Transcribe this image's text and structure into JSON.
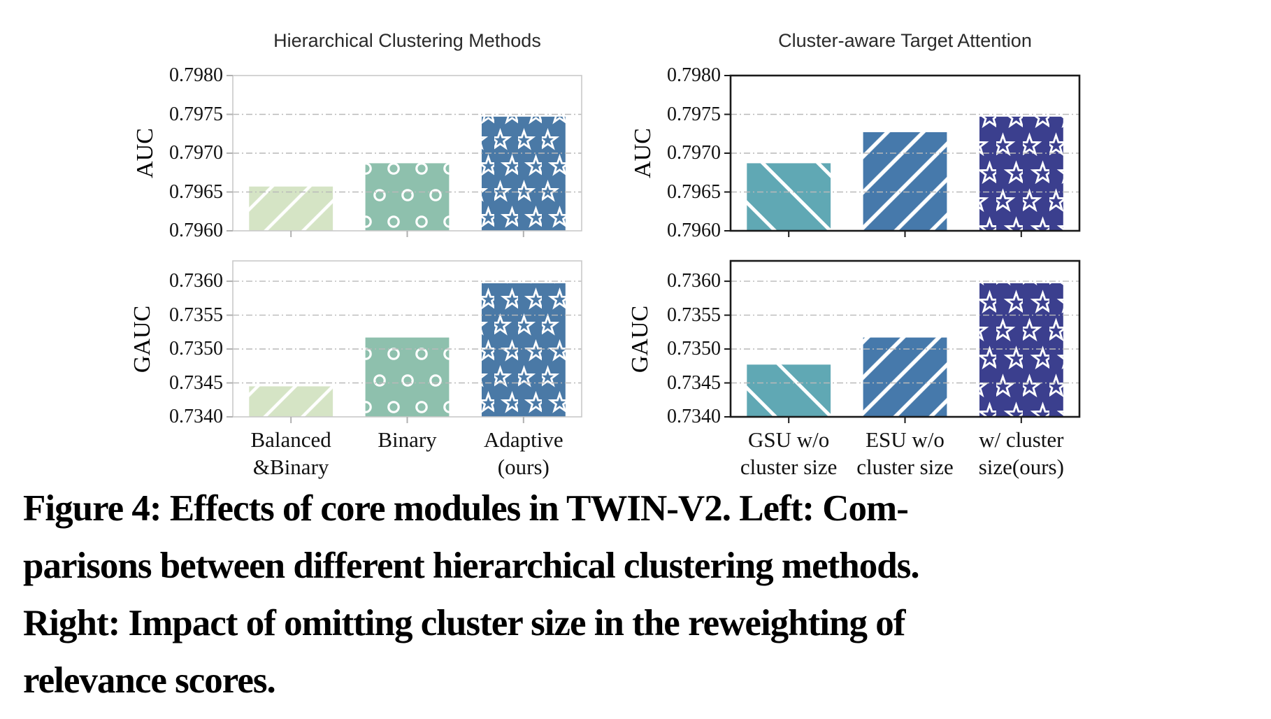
{
  "figure": {
    "caption_lines": [
      "Figure 4: Effects of core modules in TWIN-V2. Left: Com-",
      "parisons between different hierarchical clustering methods.",
      "Right: Impact of omitting cluster size in the reweighting of",
      "relevance scores."
    ]
  },
  "colors": {
    "green_bar": "#d5e4c5",
    "teal_green_bar": "#8ec0ad",
    "steel_blue_bar": "#4a79a6",
    "teal_bar": "#60a8b4",
    "blue_bar": "#4679ab",
    "navy_bar": "#3b3f8e",
    "grid_line": "#b9b9b9",
    "left_spine": "#c9c9c9",
    "right_spine": "#1a1a1a",
    "hatch": "#ffffff"
  },
  "chart_data": [
    {
      "type": "bar",
      "title": "Hierarchical Clustering Methods",
      "ylabel": "AUC",
      "categories": [
        "Balanced\n&Binary",
        "Binary",
        "Adaptive\n(ours)"
      ],
      "values": [
        0.79657,
        0.79687,
        0.79747
      ],
      "ylim": [
        0.796,
        0.798
      ],
      "yticks": [
        {
          "v": 0.796,
          "label": "0.7960",
          "grid": false
        },
        {
          "v": 0.7965,
          "label": "0.7965",
          "grid": true
        },
        {
          "v": 0.797,
          "label": "0.7970",
          "grid": true
        },
        {
          "v": 0.7975,
          "label": "0.7975",
          "grid": true
        },
        {
          "v": 0.798,
          "label": "0.7980",
          "grid": false
        }
      ],
      "show_category_labels": false,
      "spine_color": "#c9c9c9",
      "bars": [
        {
          "color": "#d5e4c5",
          "hatch": "slash"
        },
        {
          "color": "#8ec0ad",
          "hatch": "circles"
        },
        {
          "color": "#4a79a6",
          "hatch": "stars"
        }
      ]
    },
    {
      "type": "bar",
      "title": "",
      "ylabel": "GAUC",
      "categories": [
        "Balanced\n&Binary",
        "Binary",
        "Adaptive\n(ours)"
      ],
      "values": [
        0.73445,
        0.73517,
        0.73597
      ],
      "ylim": [
        0.734,
        0.7363
      ],
      "yticks": [
        {
          "v": 0.734,
          "label": "0.7340",
          "grid": false
        },
        {
          "v": 0.7345,
          "label": "0.7345",
          "grid": true
        },
        {
          "v": 0.735,
          "label": "0.7350",
          "grid": true
        },
        {
          "v": 0.7355,
          "label": "0.7355",
          "grid": true
        },
        {
          "v": 0.736,
          "label": "0.7360",
          "grid": true
        }
      ],
      "show_category_labels": true,
      "spine_color": "#c9c9c9",
      "bars": [
        {
          "color": "#d5e4c5",
          "hatch": "slash"
        },
        {
          "color": "#8ec0ad",
          "hatch": "circles"
        },
        {
          "color": "#4a79a6",
          "hatch": "stars"
        }
      ]
    },
    {
      "type": "bar",
      "title": "Cluster-aware Target Attention",
      "ylabel": "AUC",
      "categories": [
        "GSU w/o\ncluster size",
        "ESU w/o\ncluster size",
        "w/ cluster\nsize(ours)"
      ],
      "values": [
        0.79687,
        0.79727,
        0.79747
      ],
      "ylim": [
        0.796,
        0.798
      ],
      "yticks": [
        {
          "v": 0.796,
          "label": "0.7960",
          "grid": false
        },
        {
          "v": 0.7965,
          "label": "0.7965",
          "grid": true
        },
        {
          "v": 0.797,
          "label": "0.7970",
          "grid": true
        },
        {
          "v": 0.7975,
          "label": "0.7975",
          "grid": true
        },
        {
          "v": 0.798,
          "label": "0.7980",
          "grid": false
        }
      ],
      "show_category_labels": false,
      "spine_color": "#1a1a1a",
      "bars": [
        {
          "color": "#60a8b4",
          "hatch": "backslash"
        },
        {
          "color": "#4679ab",
          "hatch": "slash-dense"
        },
        {
          "color": "#3b3f8e",
          "hatch": "stars-big"
        }
      ]
    },
    {
      "type": "bar",
      "title": "",
      "ylabel": "GAUC",
      "categories": [
        "GSU w/o\ncluster size",
        "ESU w/o\ncluster size",
        "w/ cluster\nsize(ours)"
      ],
      "values": [
        0.73477,
        0.73517,
        0.73597
      ],
      "ylim": [
        0.734,
        0.7363
      ],
      "yticks": [
        {
          "v": 0.734,
          "label": "0.7340",
          "grid": false
        },
        {
          "v": 0.7345,
          "label": "0.7345",
          "grid": true
        },
        {
          "v": 0.735,
          "label": "0.7350",
          "grid": true
        },
        {
          "v": 0.7355,
          "label": "0.7355",
          "grid": true
        },
        {
          "v": 0.736,
          "label": "0.7360",
          "grid": true
        }
      ],
      "show_category_labels": true,
      "spine_color": "#1a1a1a",
      "bars": [
        {
          "color": "#60a8b4",
          "hatch": "backslash"
        },
        {
          "color": "#4679ab",
          "hatch": "slash-dense"
        },
        {
          "color": "#3b3f8e",
          "hatch": "stars-big"
        }
      ]
    }
  ]
}
